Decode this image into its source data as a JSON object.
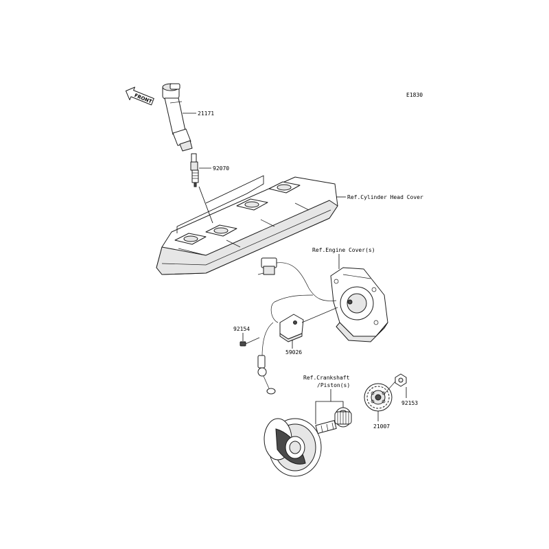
{
  "diagram_code": "E1830",
  "direction_arrow": "FRONT",
  "parts": {
    "ignition_coil": "21171",
    "spark_plug": "92070",
    "bolt_upper": "92154",
    "pickup_coil": "59026",
    "rotor": "21007",
    "bolt_rotor": "92153"
  },
  "references": {
    "cylinder_head_cover": "Ref.Cylinder Head Cover",
    "engine_cover": "Ref.Engine Cover(s)",
    "crankshaft_line1": "Ref.Crankshaft",
    "crankshaft_line2": "/Piston(s)"
  }
}
